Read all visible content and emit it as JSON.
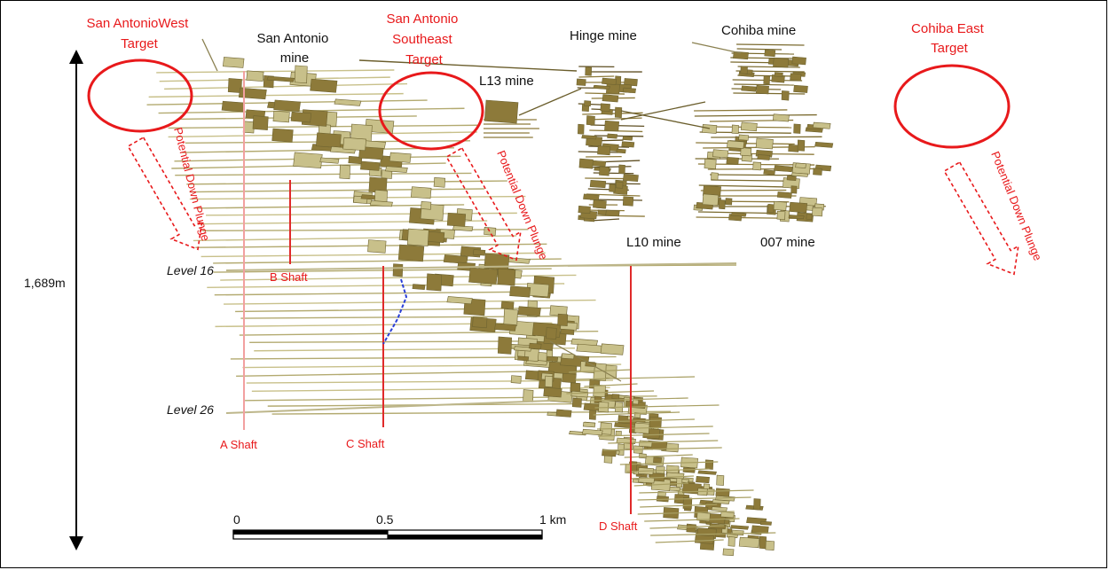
{
  "targets": {
    "west": [
      "San AntonioWest",
      "Target"
    ],
    "southeast": [
      "San Antonio",
      "Southeast",
      "Target"
    ],
    "east": [
      "Cohiba East",
      "Target"
    ]
  },
  "mines": {
    "san_antonio": [
      "San Antonio",
      "mine"
    ],
    "hinge": "Hinge mine",
    "cohiba": "Cohiba mine",
    "l13": "L13 mine",
    "l10": "L10 mine",
    "m007": "007 mine"
  },
  "plunge_label": "Potential Down Plunge",
  "levels": {
    "l16": "Level 16",
    "l26": "Level 26"
  },
  "shafts": {
    "a": "A Shaft",
    "b": "B Shaft",
    "c": "C Shaft",
    "d": "D Shaft"
  },
  "depth_label": "1,689m",
  "scale": {
    "t0": "0",
    "t1": "0.5",
    "t2": "1 km"
  },
  "colors": {
    "target": "#e8191b",
    "workings": "#c8c08a",
    "workings_dark": "#8d7a3a",
    "shaft": "#e02a2a"
  }
}
